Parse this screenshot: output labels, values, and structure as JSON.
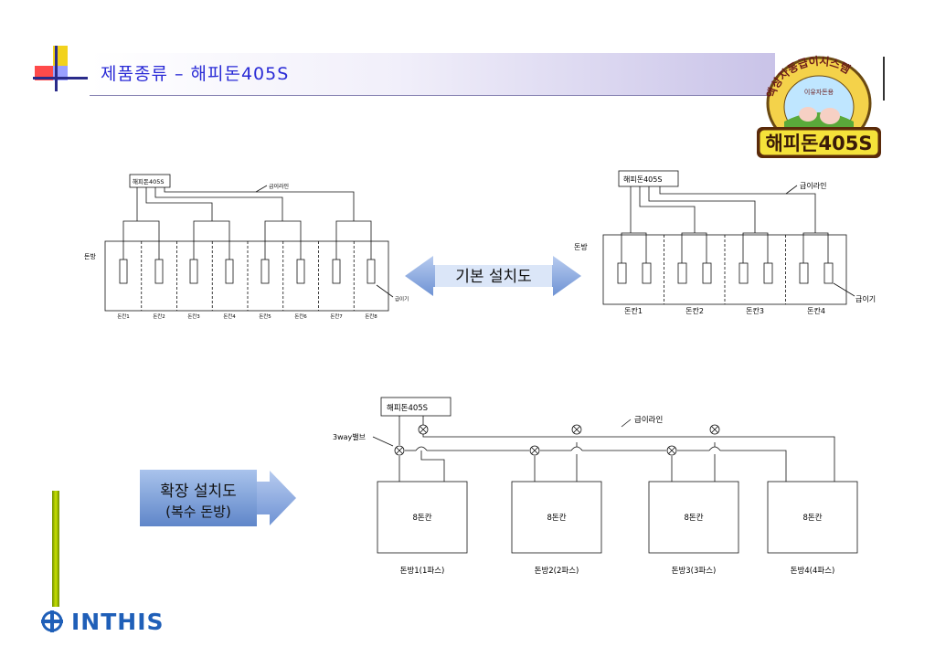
{
  "title": "제품종류 – 해피돈405S",
  "logo": {
    "arc_text": "액상자동급이시스템",
    "sub_text": "이유자돈용",
    "product": "해피돈405S"
  },
  "diagram_basic": {
    "label": "기본 설치도",
    "left": {
      "controller": "해피돈405S",
      "line_label": "급이라인",
      "room_label": "돈방",
      "feeder_label": "급이기",
      "stalls": [
        "돈칸1",
        "돈칸2",
        "돈칸3",
        "돈칸4",
        "돈칸5",
        "돈칸6",
        "돈칸7",
        "돈칸8"
      ]
    },
    "right": {
      "controller": "해피돈405S",
      "line_label": "급이라인",
      "room_label": "돈방",
      "feeder_label": "급이기",
      "stalls": [
        "돈칸1",
        "돈칸2",
        "돈칸3",
        "돈칸4"
      ]
    }
  },
  "diagram_extended": {
    "label_line1": "확장 설치도",
    "label_line2": "(복수 돈방)",
    "controller": "해피돈405S",
    "valve_label": "3way밸브",
    "line_label": "급이라인",
    "rooms": [
      {
        "box": "8돈칸",
        "name": "돈방1(1파스)"
      },
      {
        "box": "8돈칸",
        "name": "돈방2(2파스)"
      },
      {
        "box": "8돈칸",
        "name": "돈방3(3파스)"
      },
      {
        "box": "8돈칸",
        "name": "돈방4(4파스)"
      }
    ]
  },
  "brand": "INTHIS",
  "colors": {
    "title": "#2a2bd6",
    "arrow": "#7d9fd8",
    "brand": "#1f5fb8"
  }
}
